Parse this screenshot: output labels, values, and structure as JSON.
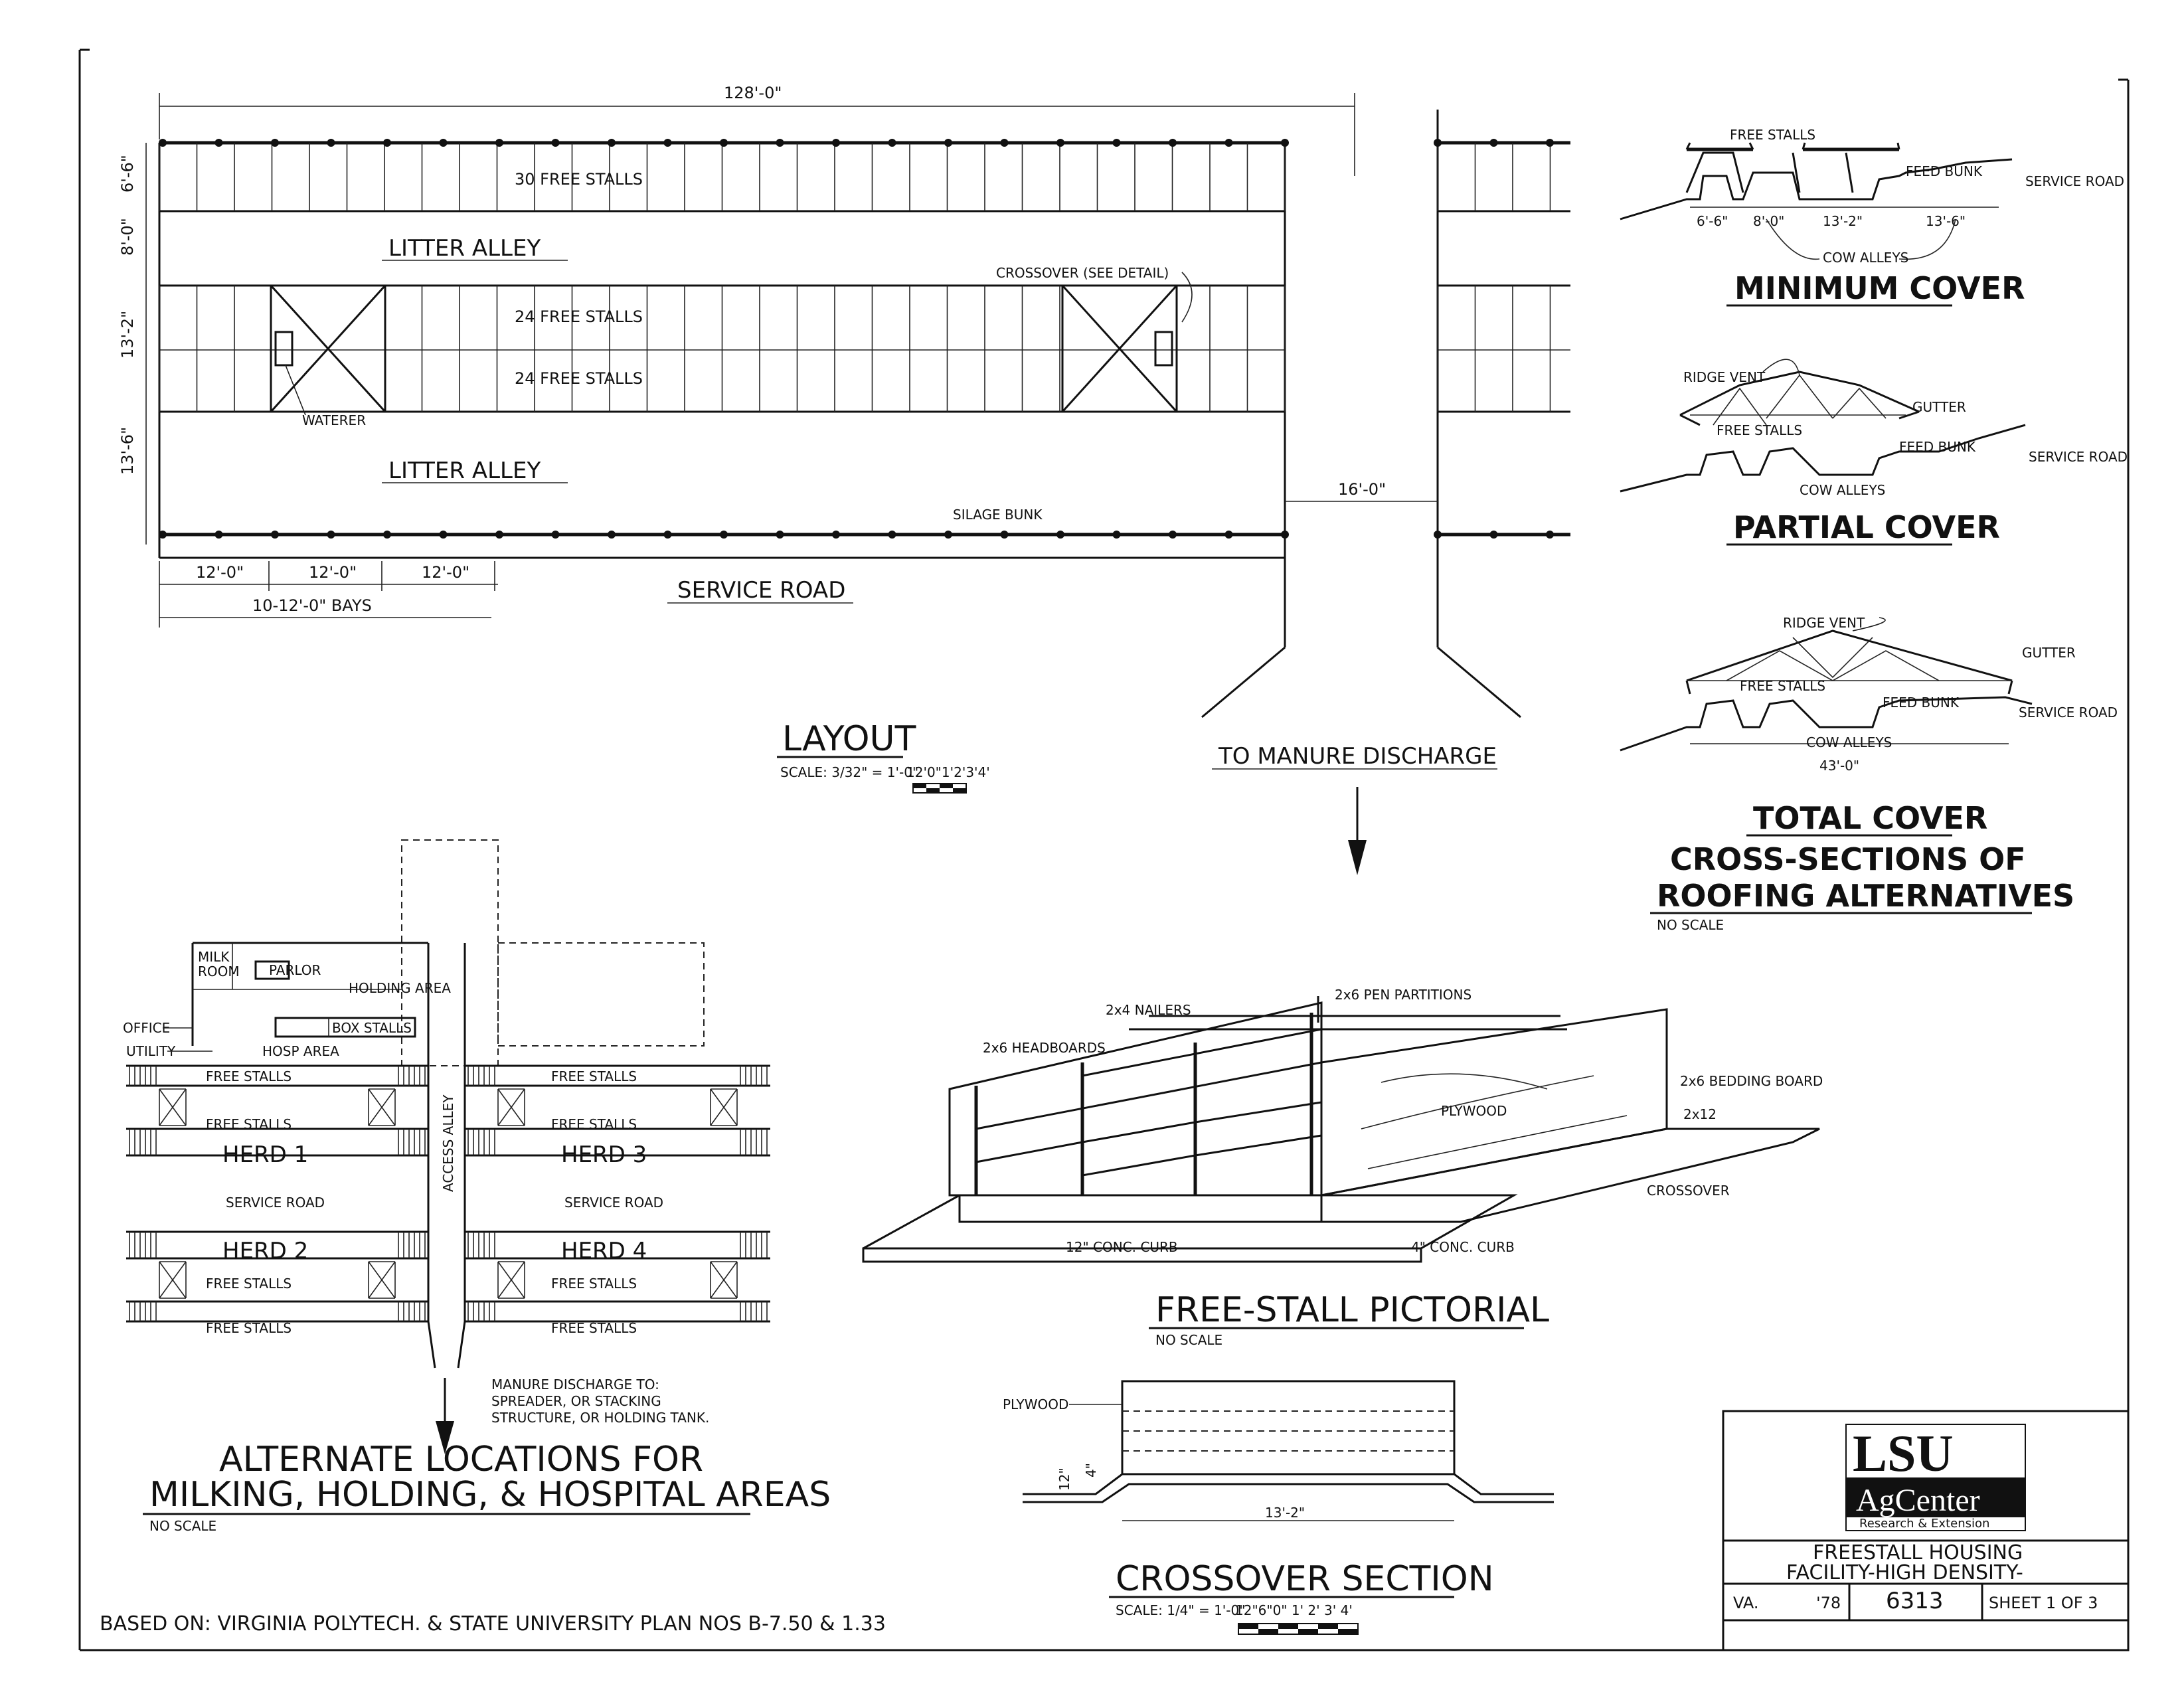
{
  "layout": {
    "overall_dim": "128'-0\"",
    "dims_left": [
      "6'-6\"",
      "8'-0\"",
      "13'-2\"",
      "13'-6\""
    ],
    "stalls_top": "30 FREE STALLS",
    "stalls_mid1": "24 FREE STALLS",
    "stalls_mid2": "24 FREE STALLS",
    "litter_alley_1": "LITTER ALLEY",
    "litter_alley_2": "LITTER ALLEY",
    "crossover_note": "CROSSOVER (SEE DETAIL)",
    "waterer": "WATERER",
    "silage_bunk": "SILAGE BUNK",
    "gap_dim": "16'-0\"",
    "bay_dims": [
      "12'-0\"",
      "12'-0\"",
      "12'-0\""
    ],
    "bays_note": "10-12'-0\" BAYS",
    "service_road": "SERVICE ROAD",
    "manure_label": "TO MANURE DISCHARGE",
    "title": "LAYOUT",
    "scale": "SCALE: 3/32\" = 1'-0\"",
    "scale_bar": "12'0\"1'2'3'4'"
  },
  "roofing": {
    "minimum": {
      "free_stalls": "FREE STALLS",
      "feed_bunk": "FEED BUNK",
      "service_road": "SERVICE ROAD",
      "dims": [
        "6'-6\"",
        "8'-0\"",
        "13'-2\"",
        "13'-6\""
      ],
      "cow_alleys": "COW ALLEYS",
      "title": "MINIMUM COVER"
    },
    "partial": {
      "ridge_vent": "RIDGE VENT",
      "gutter": "GUTTER",
      "free_stalls": "FREE STALLS",
      "feed_bunk": "FEED BUNK",
      "service_road": "SERVICE ROAD",
      "cow_alleys": "COW ALLEYS",
      "title": "PARTIAL COVER"
    },
    "total": {
      "ridge_vent": "RIDGE VENT",
      "gutter": "GUTTER",
      "free_stalls": "FREE STALLS",
      "feed_bunk": "FEED BUNK",
      "service_road": "SERVICE ROAD",
      "cow_alleys": "COW ALLEYS",
      "width_dim": "43'-0\"",
      "title": "TOTAL COVER"
    },
    "section_title_1": "CROSS-SECTIONS OF",
    "section_title_2": "ROOFING ALTERNATIVES",
    "no_scale": "NO SCALE"
  },
  "alternate": {
    "milk_room_1": "MILK",
    "milk_room_2": "ROOM",
    "parlor": "PARLOR",
    "holding_area": "HOLDING AREA",
    "office": "OFFICE",
    "utility": "UTILITY",
    "box_stalls": "BOX STALLS",
    "hosp_area": "HOSP AREA",
    "free_stalls": "FREE STALLS",
    "herd1": "HERD 1",
    "herd2": "HERD 2",
    "herd3": "HERD 3",
    "herd4": "HERD 4",
    "service_road": "SERVICE ROAD",
    "access_alley": "ACCESS ALLEY",
    "manure_1": "MANURE DISCHARGE TO:",
    "manure_2": "SPREADER, OR STACKING",
    "manure_3": "STRUCTURE, OR HOLDING TANK.",
    "title_1": "ALTERNATE LOCATIONS FOR",
    "title_2": "MILKING, HOLDING, & HOSPITAL AREAS",
    "no_scale": "NO SCALE"
  },
  "pictorial": {
    "nailers": "2x4 NAILERS",
    "pen_partitions": "2x6 PEN PARTITIONS",
    "headboards": "2x6 HEADBOARDS",
    "bedding_board": "2x6 BEDDING BOARD",
    "two_by_twelve": "2x12",
    "plywood": "PLYWOOD",
    "crossover": "CROSSOVER",
    "curb_12": "12\" CONC. CURB",
    "curb_4": "4\" CONC. CURB",
    "title": "FREE-STALL PICTORIAL",
    "no_scale": "NO SCALE"
  },
  "crossover": {
    "plywood": "PLYWOOD",
    "dim_12": "12\"",
    "dim_4": "4\"",
    "width": "13'-2\"",
    "title": "CROSSOVER SECTION",
    "scale": "SCALE: 1/4\" = 1'-0\"",
    "scale_bar": "12\"6\"0\"  1'  2'  3'  4'"
  },
  "based_on": "BASED ON: VIRGINIA POLYTECH. & STATE UNIVERSITY PLAN NOS B-7.50 & 1.33",
  "title_block": {
    "logo_1": "LSU",
    "logo_2": "AgCenter",
    "logo_3": "Research & Extension",
    "project_1": "FREESTALL HOUSING",
    "project_2": "FACILITY-HIGH DENSITY-",
    "state": "VA.",
    "year": "'78",
    "plan_no": "6313",
    "sheet": "SHEET 1 OF 3"
  },
  "colors": {
    "ink": "#111111",
    "paper": "#ffffff"
  }
}
